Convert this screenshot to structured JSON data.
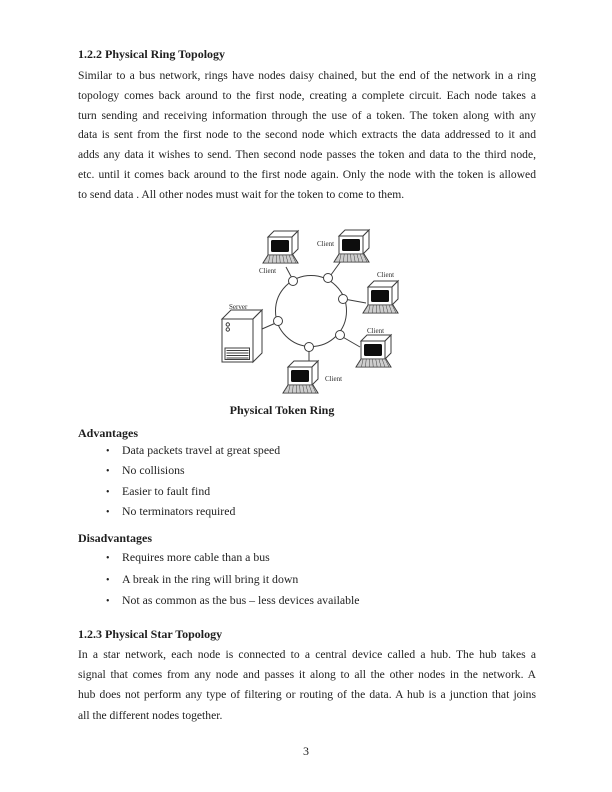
{
  "ui": {
    "bullet_glyph": "•",
    "colors": {
      "ink": "#1f1f1f",
      "line_art": "#3d3d3d",
      "screen_fill": "#0d0d0d"
    }
  },
  "document": {
    "page_number": "3"
  },
  "section_ring": {
    "heading": "1.2.2 Physical Ring Topology",
    "paragraph_lines": [
      "Similar to a bus network, rings have nodes daisy chained, but the end of the network in a ring",
      "topology comes back around to the first node, creating a complete circuit. Each node takes a",
      "turn sending and receiving information through the use of a token. The token along with any",
      "data is sent from the first node to the second node which extracts the data addressed to it and",
      "adds any data it wishes to send. Then second node passes the token and data to the third node,",
      "etc. until it comes back around to the first node again. Only the node with the token is allowed",
      "to send data . All other nodes must wait for the token to come to them."
    ]
  },
  "figure": {
    "caption": "Physical Token Ring",
    "client_label": "Client",
    "server_label": "Server",
    "icons": {
      "client": "client-computer-icon",
      "server": "server-tower-icon",
      "ring": "token-ring-icon"
    }
  },
  "advantages": {
    "heading": "Advantages",
    "items": [
      "Data packets travel at great speed",
      "No collisions",
      "Easier to fault find",
      "No terminators required"
    ]
  },
  "disadvantages": {
    "heading": "Disadvantages",
    "items": [
      "Requires more cable than a bus",
      "A break in the ring will bring it down",
      "Not as common as the bus – less devices available"
    ]
  },
  "section_star": {
    "heading": "1.2.3 Physical Star Topology",
    "paragraph_lines": [
      "In a star network, each node is connected to a central device called a hub. The hub takes a",
      "signal that comes from any node and passes it along to all the other nodes in the network. A",
      "hub does not perform any type of filtering or routing of the data. A hub is a junction that joins",
      "all the different nodes together."
    ]
  }
}
